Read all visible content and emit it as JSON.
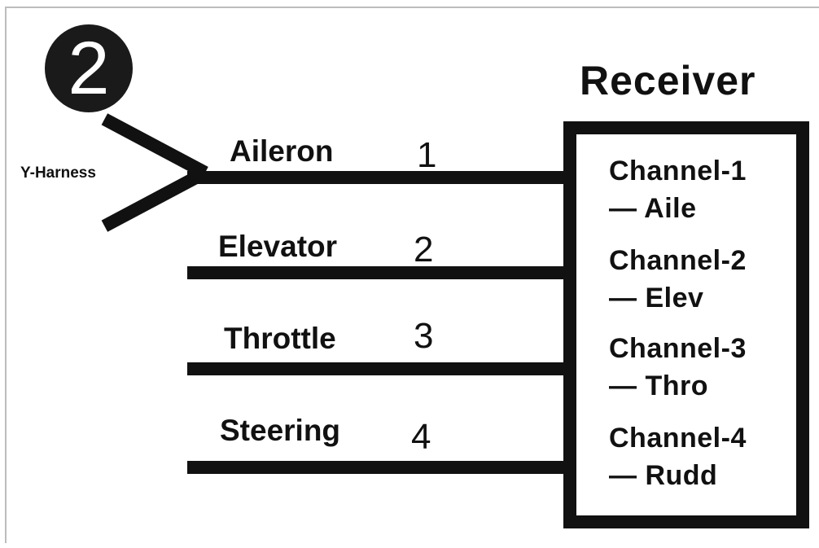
{
  "badge": "2",
  "title": "Receiver",
  "harness_label": "Y-Harness",
  "wires": [
    {
      "label": "Aileron",
      "number": "1"
    },
    {
      "label": "Elevator",
      "number": "2"
    },
    {
      "label": "Throttle",
      "number": "3"
    },
    {
      "label": "Steering",
      "number": "4"
    }
  ],
  "channels": [
    {
      "name": "Channel-1",
      "func": "— Aile"
    },
    {
      "name": "Channel-2",
      "func": "— Elev"
    },
    {
      "name": "Channel-3",
      "func": "— Thro"
    },
    {
      "name": "Channel-4",
      "func": "— Rudd"
    }
  ]
}
